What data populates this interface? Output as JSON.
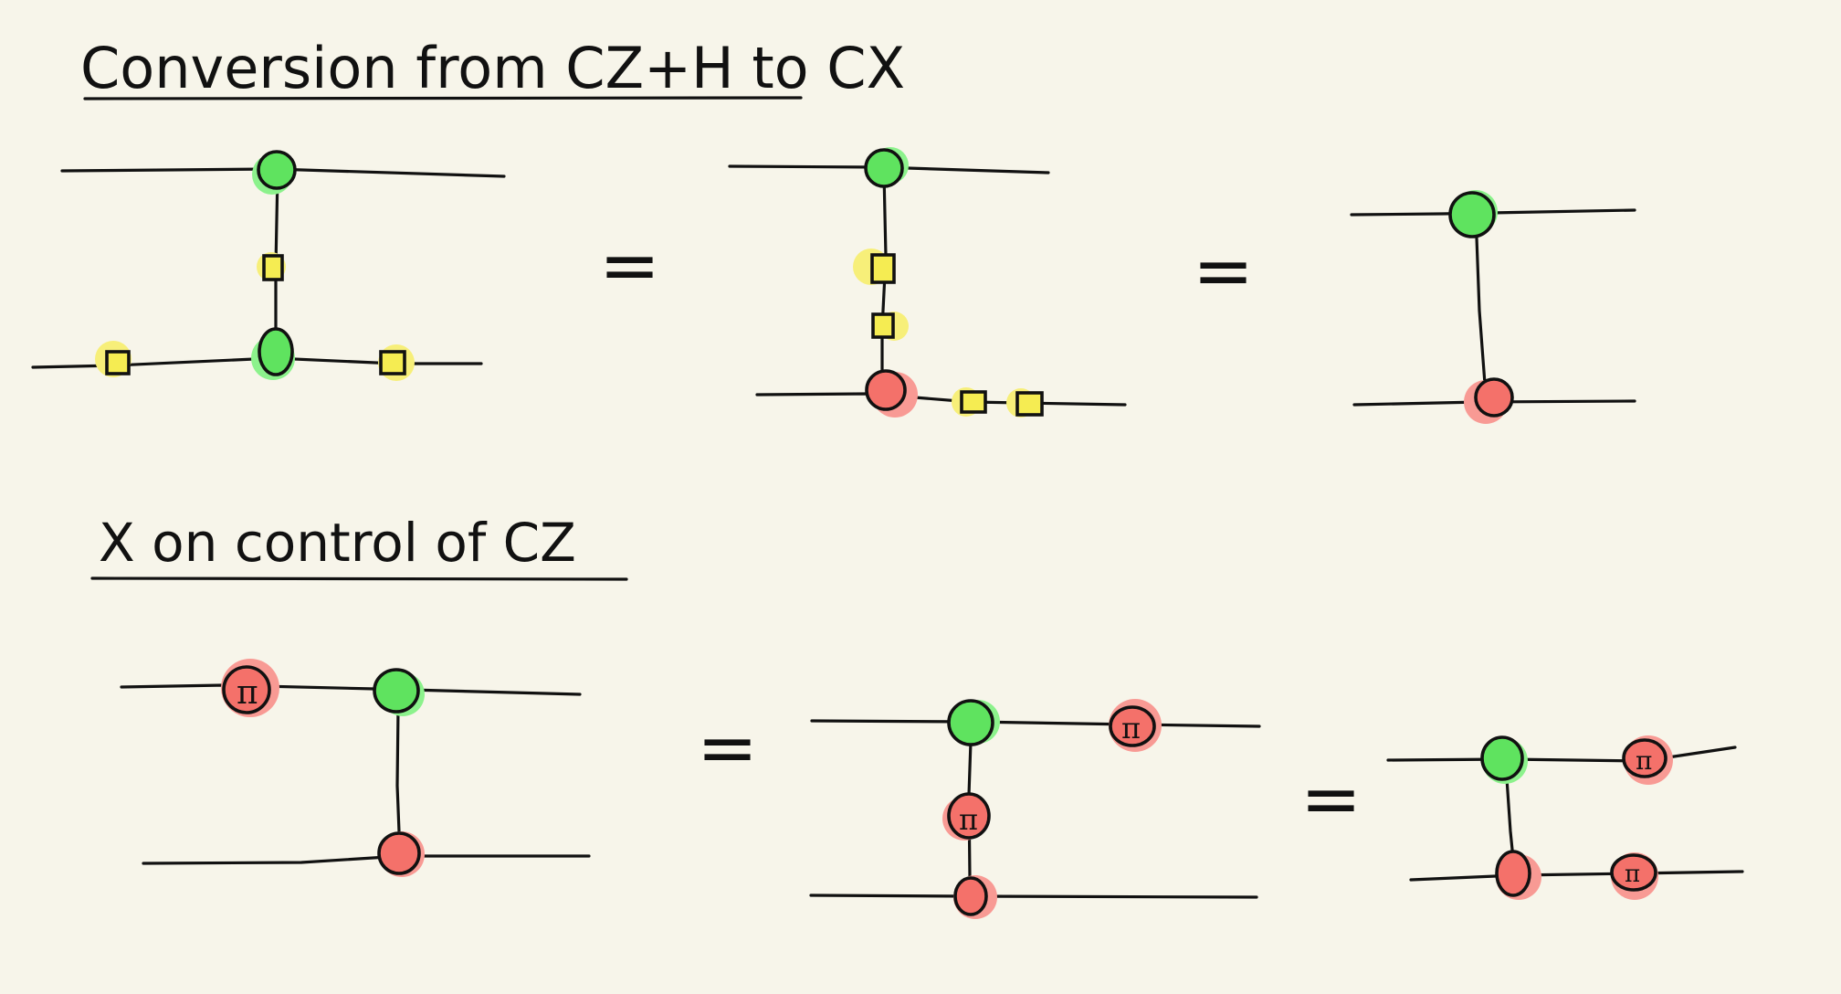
{
  "titles": {
    "section1": "Conversion from CZ+H to CX",
    "section2": "X on control of CZ"
  },
  "equals_sign": "=",
  "pi_label": "π",
  "colors": {
    "background": "#f7f5ea",
    "z_spider": "#5fe35f",
    "z_spider_halo": "#8cf28c",
    "x_spider": "#f4716a",
    "x_spider_halo": "#f89a94",
    "hadamard": "#f5ec52",
    "hadamard_halo": "#f7ef79",
    "ink": "#111111"
  },
  "node_types": [
    "z-spider",
    "x-spider",
    "hadamard-box"
  ]
}
